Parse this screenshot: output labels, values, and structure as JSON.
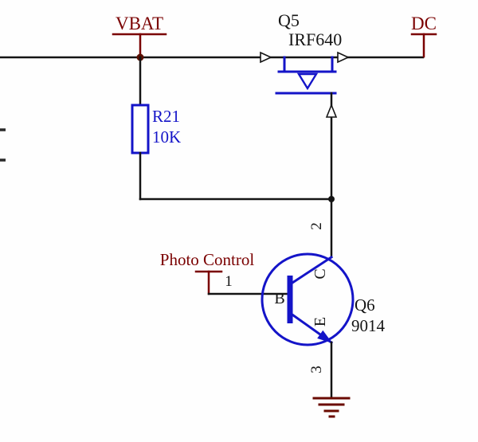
{
  "schematic": {
    "power_labels": {
      "vbat": "VBAT",
      "dc": "DC"
    },
    "net_labels": {
      "photo_control": "Photo Control"
    },
    "components": {
      "q5": {
        "designator": "Q5",
        "part": "IRF640"
      },
      "r21": {
        "designator": "R21",
        "value": "10K"
      },
      "q6": {
        "designator": "Q6",
        "part": "9014"
      }
    },
    "pin_numbers": {
      "base": "1",
      "collector": "2",
      "emitter": "3"
    },
    "terminal_letters": {
      "base": "B",
      "collector": "C",
      "emitter": "E"
    },
    "colors": {
      "wire": "#141414",
      "component_symbol": "#1414c8",
      "power_port": "#7a0000",
      "ground": "#6a0a00",
      "text": "#151515"
    }
  }
}
